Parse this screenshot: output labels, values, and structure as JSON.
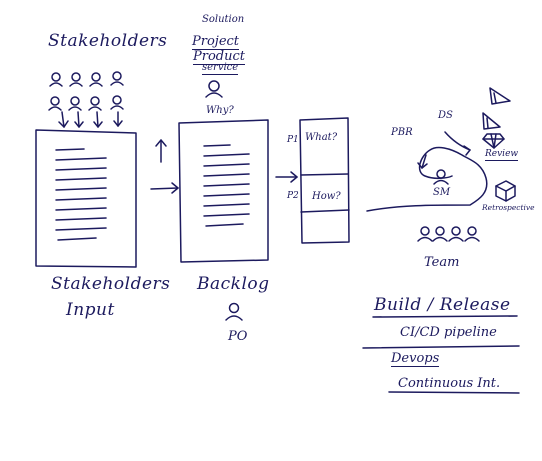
{
  "labels": {
    "stakeholders": "Stakeholders",
    "stakeholders_input_1": "Stakeholders",
    "stakeholders_input_2": "Input",
    "solution": "Solution",
    "project": "Project",
    "product": "Product",
    "service": "service",
    "why": "Why?",
    "backlog": "Backlog",
    "po": "PO",
    "p1": "P1",
    "what": "What?",
    "p2": "P2",
    "how": "How?",
    "pbr": "PBR",
    "ds": "DS",
    "sm": "SM",
    "review": "Review",
    "retro": "Retrospective",
    "team": "Team",
    "build_release": "Build / Release",
    "cicd": "CI/CD pipeline",
    "devops": "Devops",
    "continuous": "Continuous Int."
  },
  "icons": [
    "person-icon",
    "arrow-icon",
    "triangle-icon",
    "diamond-icon",
    "cube-icon"
  ],
  "ink_color": "#1c1a5e"
}
